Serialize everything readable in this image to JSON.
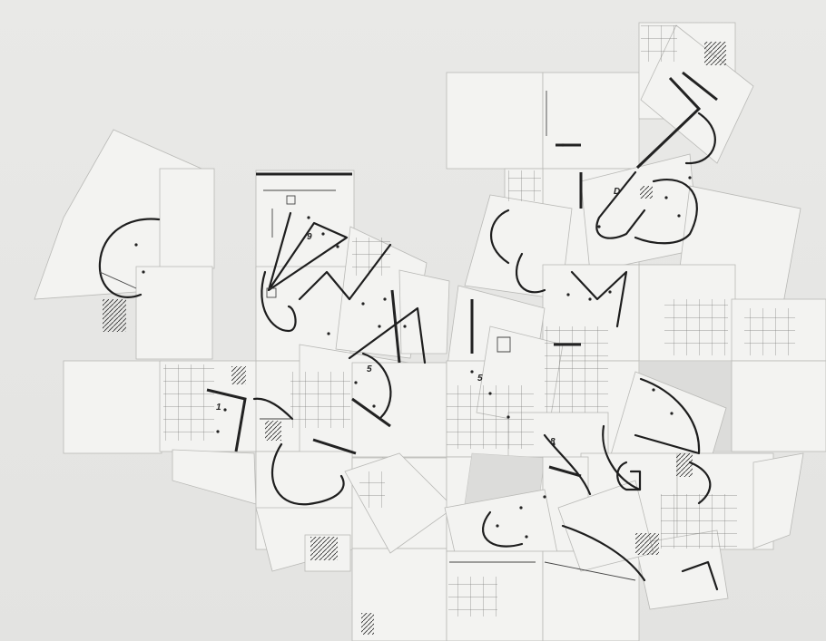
{
  "artwork": {
    "background_color": "#e6e6e4",
    "tile_color": "#f3f3f1",
    "ink_color": "#1e1e1e",
    "plan_labels": [
      {
        "id": "label-9",
        "text": "9"
      },
      {
        "id": "label-5a",
        "text": "5"
      },
      {
        "id": "label-5b",
        "text": "5"
      },
      {
        "id": "label-1",
        "text": "1"
      },
      {
        "id": "label-b",
        "text": "8"
      },
      {
        "id": "label-d",
        "text": "D"
      }
    ]
  }
}
